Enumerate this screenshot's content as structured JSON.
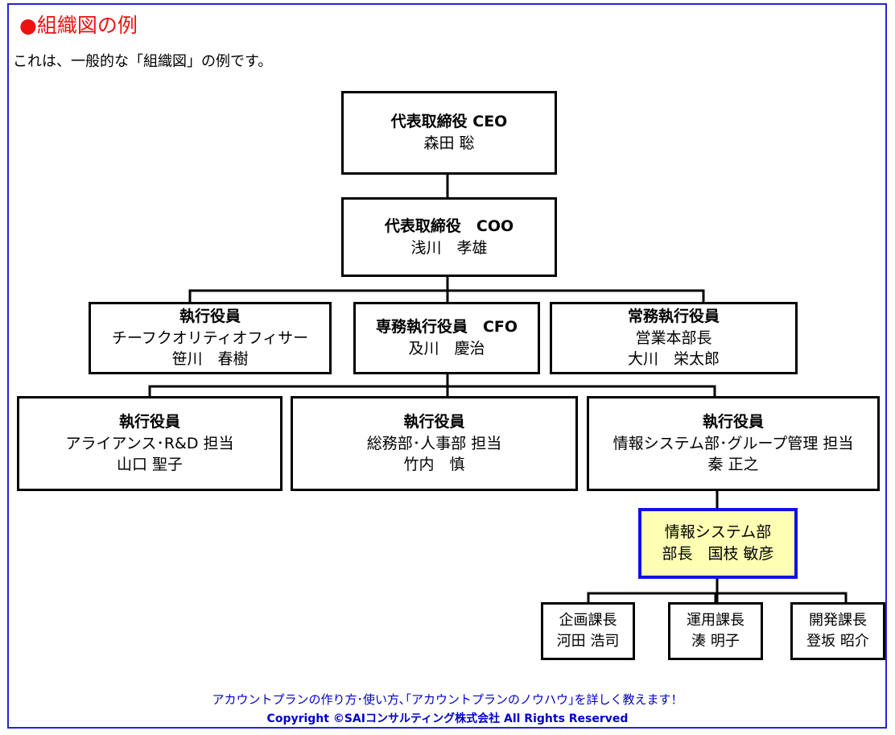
{
  "page": {
    "heading": "●組織図の例",
    "intro": "これは、一般的な「組織図」の例です。",
    "frame_color": "#2424d8",
    "heading_color": "#ee1111",
    "highlight_fill": "#ffffb3",
    "highlight_border": "#1111e6"
  },
  "org": {
    "ceo": {
      "title": "代表取締役 CEO",
      "name": "森田 聡"
    },
    "coo": {
      "title": "代表取締役　COO",
      "name": "浅川　孝雄"
    },
    "exec_quality": {
      "title": "執行役員",
      "role": "チーフクオリティオフィサー",
      "name": "笹川　春樹"
    },
    "exec_cfo": {
      "title": "専務執行役員　CFO",
      "name": "及川　慶治"
    },
    "exec_sales": {
      "title": "常務執行役員",
      "role": "営業本部長",
      "name": "大川　栄太郎"
    },
    "exec_rd": {
      "title": "執行役員",
      "role": "アライアンス･R&D 担当",
      "name": "山口 聖子"
    },
    "exec_hr": {
      "title": "執行役員",
      "role": "総務部･人事部 担当",
      "name": "竹内　慎"
    },
    "exec_is": {
      "title": "執行役員",
      "role": "情報システム部･グループ管理 担当",
      "name": "秦 正之"
    },
    "is_dept": {
      "role": "情報システム部",
      "name": "部長　国枝 敏彦"
    },
    "planning": {
      "role": "企画課長",
      "name": "河田 浩司"
    },
    "operations": {
      "role": "運用課長",
      "name": "湊 明子"
    },
    "development": {
      "role": "開発課長",
      "name": "登坂 昭介"
    }
  },
  "footer": {
    "tagline": "アカウントプランの作り方･使い方､｢アカウントプランのノウハウ｣を詳しく教えます！",
    "copyright": "Copyright ©SAIコンサルティング株式会社 All Rights Reserved"
  }
}
